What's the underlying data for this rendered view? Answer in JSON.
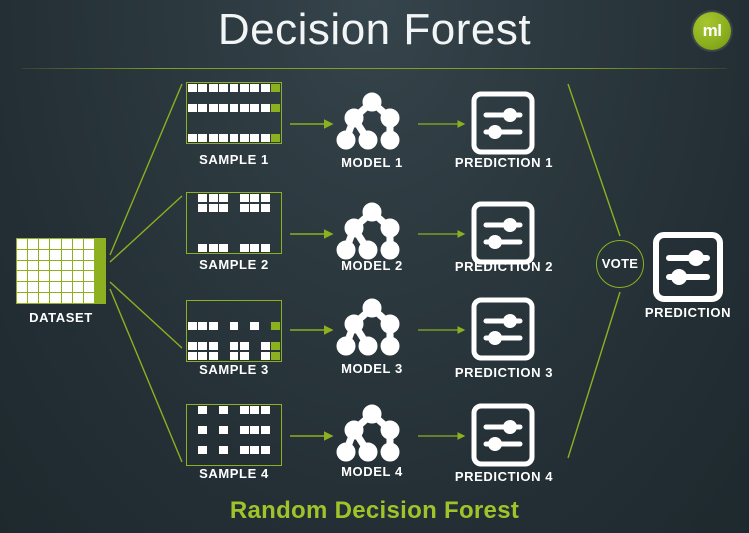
{
  "header": {
    "title": "Decision Forest",
    "logo_text": "ml",
    "logo_color": "#8cb01f"
  },
  "theme": {
    "background": "#2b383e",
    "accent_green": "#8cb01f",
    "footer_green": "#9ec42a",
    "text": "#ffffff"
  },
  "dataset": {
    "label": "DATASET",
    "columns": 8,
    "rows": 6,
    "target_column_index": 7
  },
  "branches": [
    {
      "sample_label": "SAMPLE 1",
      "model_label": "MODEL 1",
      "prediction_label": "PREDICTION 1",
      "sample_pattern": [
        "111111111",
        "000000000",
        "111111111",
        "000000000",
        "000000000",
        "111111111"
      ]
    },
    {
      "sample_label": "SAMPLE 2",
      "model_label": "MODEL 2",
      "prediction_label": "PREDICTION 2",
      "sample_pattern": [
        "011101110",
        "011101110",
        "000000000",
        "000000000",
        "000000000",
        "011101110"
      ]
    },
    {
      "sample_label": "SAMPLE 3",
      "model_label": "MODEL 3",
      "prediction_label": "PREDICTION 3",
      "sample_pattern": [
        "000000000",
        "000000000",
        "111010101",
        "000000000",
        "111011011",
        "111011011"
      ]
    },
    {
      "sample_label": "SAMPLE 4",
      "model_label": "MODEL 4",
      "prediction_label": "PREDICTION 4",
      "sample_pattern": [
        "010101110",
        "000000000",
        "010101110",
        "000000000",
        "010101110",
        "000000000"
      ]
    }
  ],
  "vote": {
    "label": "VOTE"
  },
  "final": {
    "prediction_label": "PREDICTION"
  },
  "footer": {
    "caption": "Random Decision Forest"
  },
  "icons": {
    "tree": "decision-tree-icon",
    "prediction": "sliders-icon",
    "logo": "ml-logo-icon"
  }
}
